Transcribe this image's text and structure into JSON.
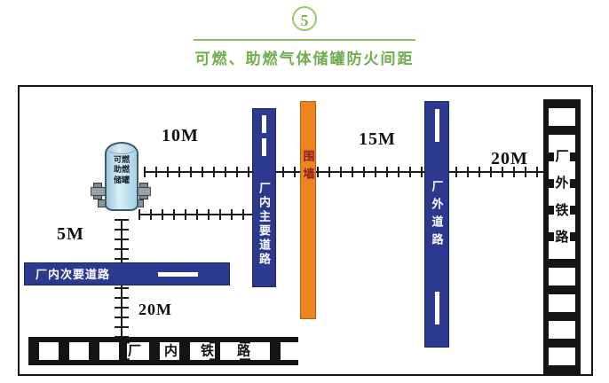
{
  "header": {
    "badge": "5",
    "title": "可燃、助燃气体储罐防火间距"
  },
  "tank": {
    "label": "可燃助燃储罐"
  },
  "labels": {
    "d10": "10M",
    "d15": "15M",
    "d20_top": "20M",
    "d5": "5M",
    "d20_bottom": "20M"
  },
  "roads": {
    "main": "厂内主要道路",
    "external": "厂外道路",
    "secondary": "厂内次要道路"
  },
  "wall": {
    "label": "围墙"
  },
  "railways": {
    "internal": {
      "chars": [
        "厂",
        "内",
        "铁",
        "路"
      ]
    },
    "external": {
      "chars": [
        "厂",
        "外",
        "铁",
        "路"
      ]
    }
  },
  "colors": {
    "accent_green": "#6fae4e",
    "road_blue": "#2b3a8f",
    "wall_orange": "#ee8420",
    "wall_text_red": "#8b2020",
    "tank_blue": "#bfe0ef",
    "rail_black": "#151515"
  }
}
